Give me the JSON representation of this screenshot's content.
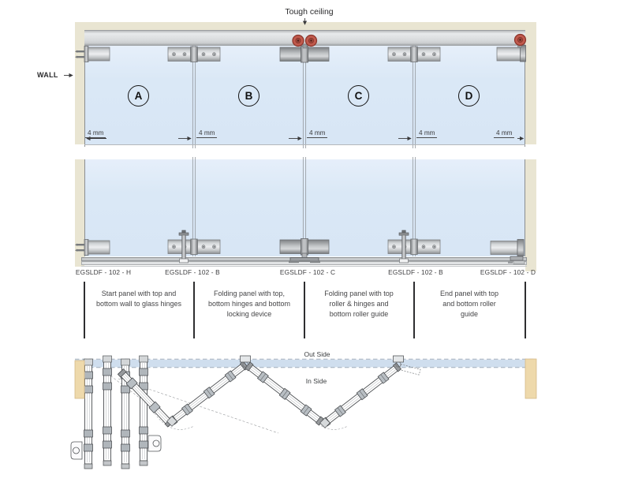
{
  "diagram": {
    "tough_ceiling_label": "Tough ceiling",
    "wall_label": "WALL",
    "panel_letters": [
      "A",
      "B",
      "C",
      "D"
    ],
    "gap_labels": [
      "4 mm",
      "4 mm",
      "4 mm",
      "4 mm",
      "4 mm"
    ],
    "part_labels": [
      "EGSLDF - 102 - H",
      "EGSLDF - 102 - B",
      "EGSLDF - 102 - C",
      "EGSLDF - 102 - B",
      "EGSLDF - 102 - D"
    ],
    "panel_descriptions": [
      "Start panel with top and\nbottom wall to glass hinges",
      "Folding panel with top,\nbottom hinges and bottom\nlocking device",
      "Folding panel with top\nroller & hinges and\nbottom roller guide",
      "End panel with top\nand bottom roller\nguide"
    ],
    "plan_labels": {
      "out_side": "Out Side",
      "in_side": "In Side"
    },
    "colors": {
      "glass": "#dbe8f6",
      "frame_beige": "#e9e5d2",
      "wall_tan": "#eed9ab",
      "track_gray": "#d2d4d6",
      "roller_red": "#c05a4d"
    }
  }
}
